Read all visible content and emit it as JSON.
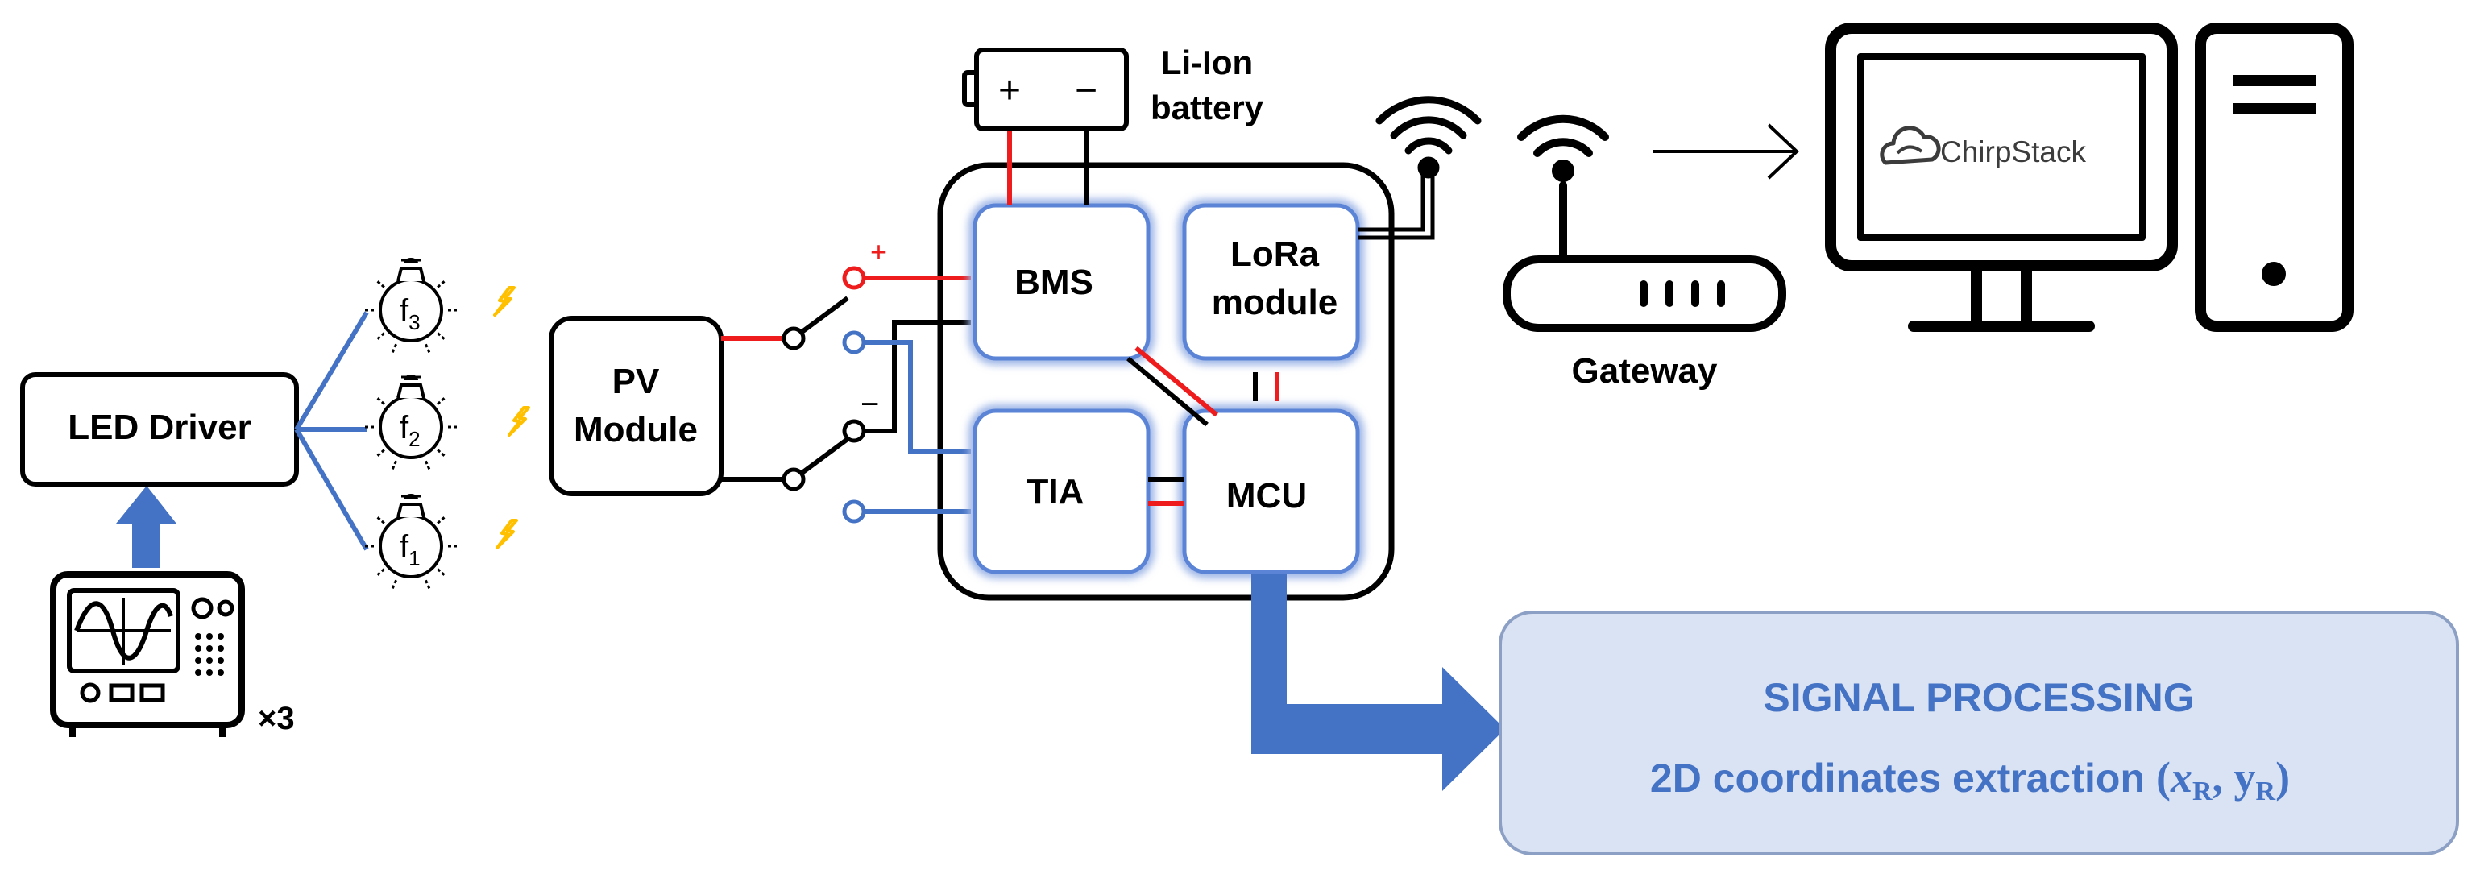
{
  "colors": {
    "blue": "#4472c4",
    "red": "#ee1c1c",
    "yellow": "#ffc000",
    "glow": "#9bb4e6",
    "panel_fill": "#dae3f3",
    "panel_stroke": "#8c9fc4"
  },
  "nodes": {
    "led_driver": "LED Driver",
    "multiplier": "×3",
    "pv_line1": "PV",
    "pv_line2": "Module",
    "battery_line1": "Li-Ion",
    "battery_line2": "battery",
    "battery_plus": "+",
    "battery_minus": "−",
    "bms": "BMS",
    "lora_line1": "LoRa",
    "lora_line2": "module",
    "tia": "TIA",
    "mcu": "MCU",
    "gateway": "Gateway",
    "chirpstack_logo": "ChirpStack",
    "switch_plus": "+",
    "switch_minus": "−"
  },
  "leds": [
    {
      "letter": "f",
      "sub": "3"
    },
    {
      "letter": "f",
      "sub": "2"
    },
    {
      "letter": "f",
      "sub": "1"
    }
  ],
  "signal": {
    "title": "SIGNAL PROCESSING",
    "subtitle": "2D coordinates extraction",
    "coord_x": "x",
    "coord_y": "y",
    "coord_sub": "R"
  },
  "icons": {
    "generator": "function-generator-icon",
    "led": "led-bulb-icon",
    "light": "lightning-icon",
    "wifi": "wireless-signal-icon",
    "router": "router-icon",
    "monitor": "monitor-icon",
    "tower": "pc-tower-icon"
  }
}
